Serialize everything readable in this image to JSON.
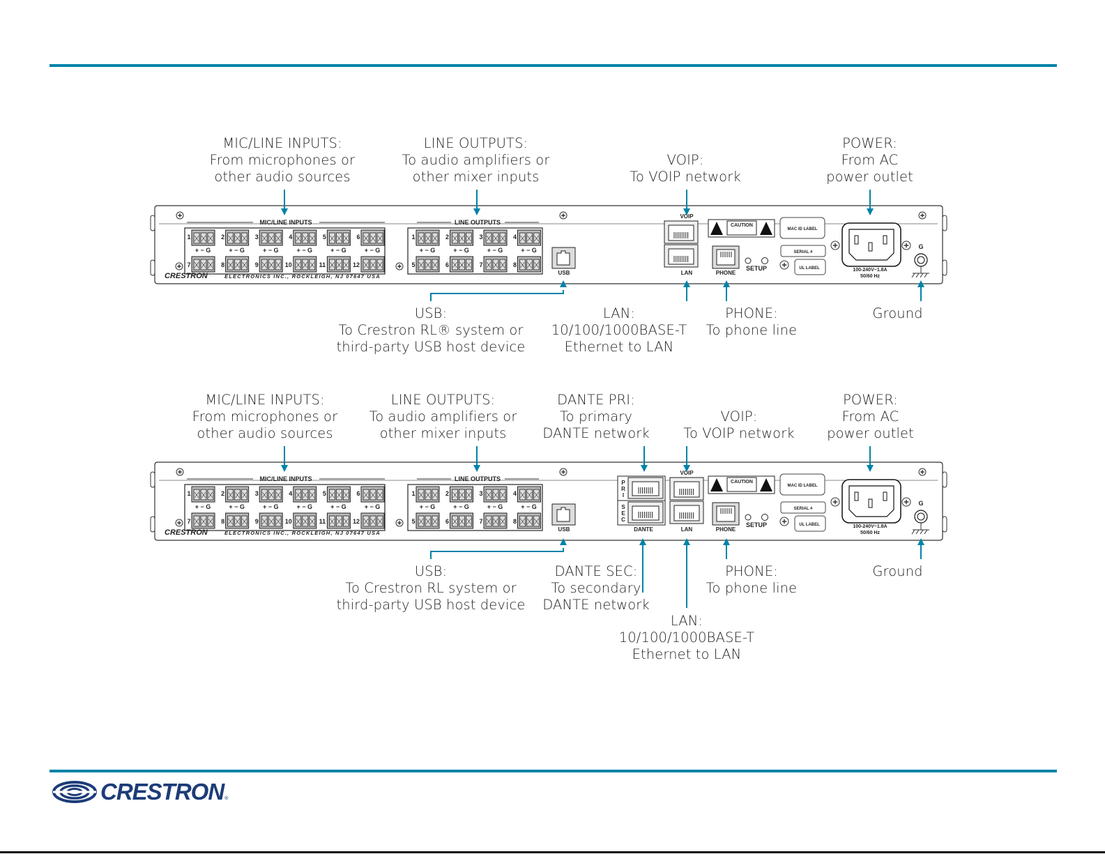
{
  "colors": {
    "accent": "#0083a8",
    "brand": "#1d3c78",
    "text": "#231f20"
  },
  "diagram1": {
    "callouts": {
      "mic": [
        "MIC/LINE INPUTS:",
        "From microphones or",
        "other audio sources"
      ],
      "lineout": [
        "LINE OUTPUTS:",
        "To audio amplifiers or",
        "other mixer inputs"
      ],
      "voip": [
        "VOIP:",
        "To VOIP network"
      ],
      "power": [
        "POWER:",
        "From AC",
        "power outlet"
      ],
      "usb": [
        "USB:",
        "To Crestron RL® system or",
        "third-party USB host device"
      ],
      "lan": [
        "LAN:",
        "10/100/1000BASE-T",
        "Ethernet to LAN"
      ],
      "phone": [
        "PHONE:",
        "To phone line"
      ],
      "ground": [
        "Ground"
      ]
    }
  },
  "diagram2": {
    "callouts": {
      "mic": [
        "MIC/LINE INPUTS:",
        "From microphones or",
        "other audio sources"
      ],
      "lineout": [
        "LINE OUTPUTS:",
        "To audio amplifiers or",
        "other mixer inputs"
      ],
      "dantepri": [
        "DANTE PRI:",
        "To primary",
        "DANTE network"
      ],
      "voip": [
        "VOIP:",
        "To VOIP network"
      ],
      "power": [
        "POWER:",
        "From AC",
        "power outlet"
      ],
      "usb": [
        "USB:",
        "To Crestron RL system or",
        "third-party USB host device"
      ],
      "dantesec": [
        "DANTE SEC:",
        "To secondary",
        "DANTE network"
      ],
      "lan": [
        "LAN:",
        "10/100/1000BASE-T",
        "Ethernet to LAN"
      ],
      "phone": [
        "PHONE:",
        "To phone line"
      ],
      "ground": [
        "Ground"
      ]
    }
  },
  "panel": {
    "mic_inputs_label": "MIC/LINE INPUTS",
    "line_outputs_label": "LINE OUTPUTS",
    "mic_channels_top": [
      "1",
      "2",
      "3",
      "4",
      "5",
      "6"
    ],
    "mic_channels_bottom": [
      "7",
      "8",
      "9",
      "10",
      "11",
      "12"
    ],
    "out_channels_top": [
      "1",
      "2",
      "3",
      "4"
    ],
    "out_channels_bottom": [
      "5",
      "6",
      "7",
      "8"
    ],
    "pin_legend": "+ − G",
    "brand": "CRESTRON",
    "address": "ELECTRONICS INC., ROCKLEIGH, NJ 07647   USA",
    "usb": "USB",
    "voip": "VOIP",
    "lan": "LAN",
    "phone": "PHONE",
    "setup": "SETUP",
    "dante": "DANTE",
    "pri": [
      "P",
      "R",
      "I"
    ],
    "sec": [
      "S",
      "E",
      "C"
    ],
    "caution": "CAUTION",
    "mac_label": "MAC ID LABEL",
    "serial_label": "SERIAL #",
    "ul_label": "UL LABEL",
    "power_rating": "100-240V~1.8A",
    "power_freq": "50/60 Hz",
    "ground": "G"
  },
  "footer": {
    "logo_text": "CRESTRON",
    "reg": "®"
  }
}
